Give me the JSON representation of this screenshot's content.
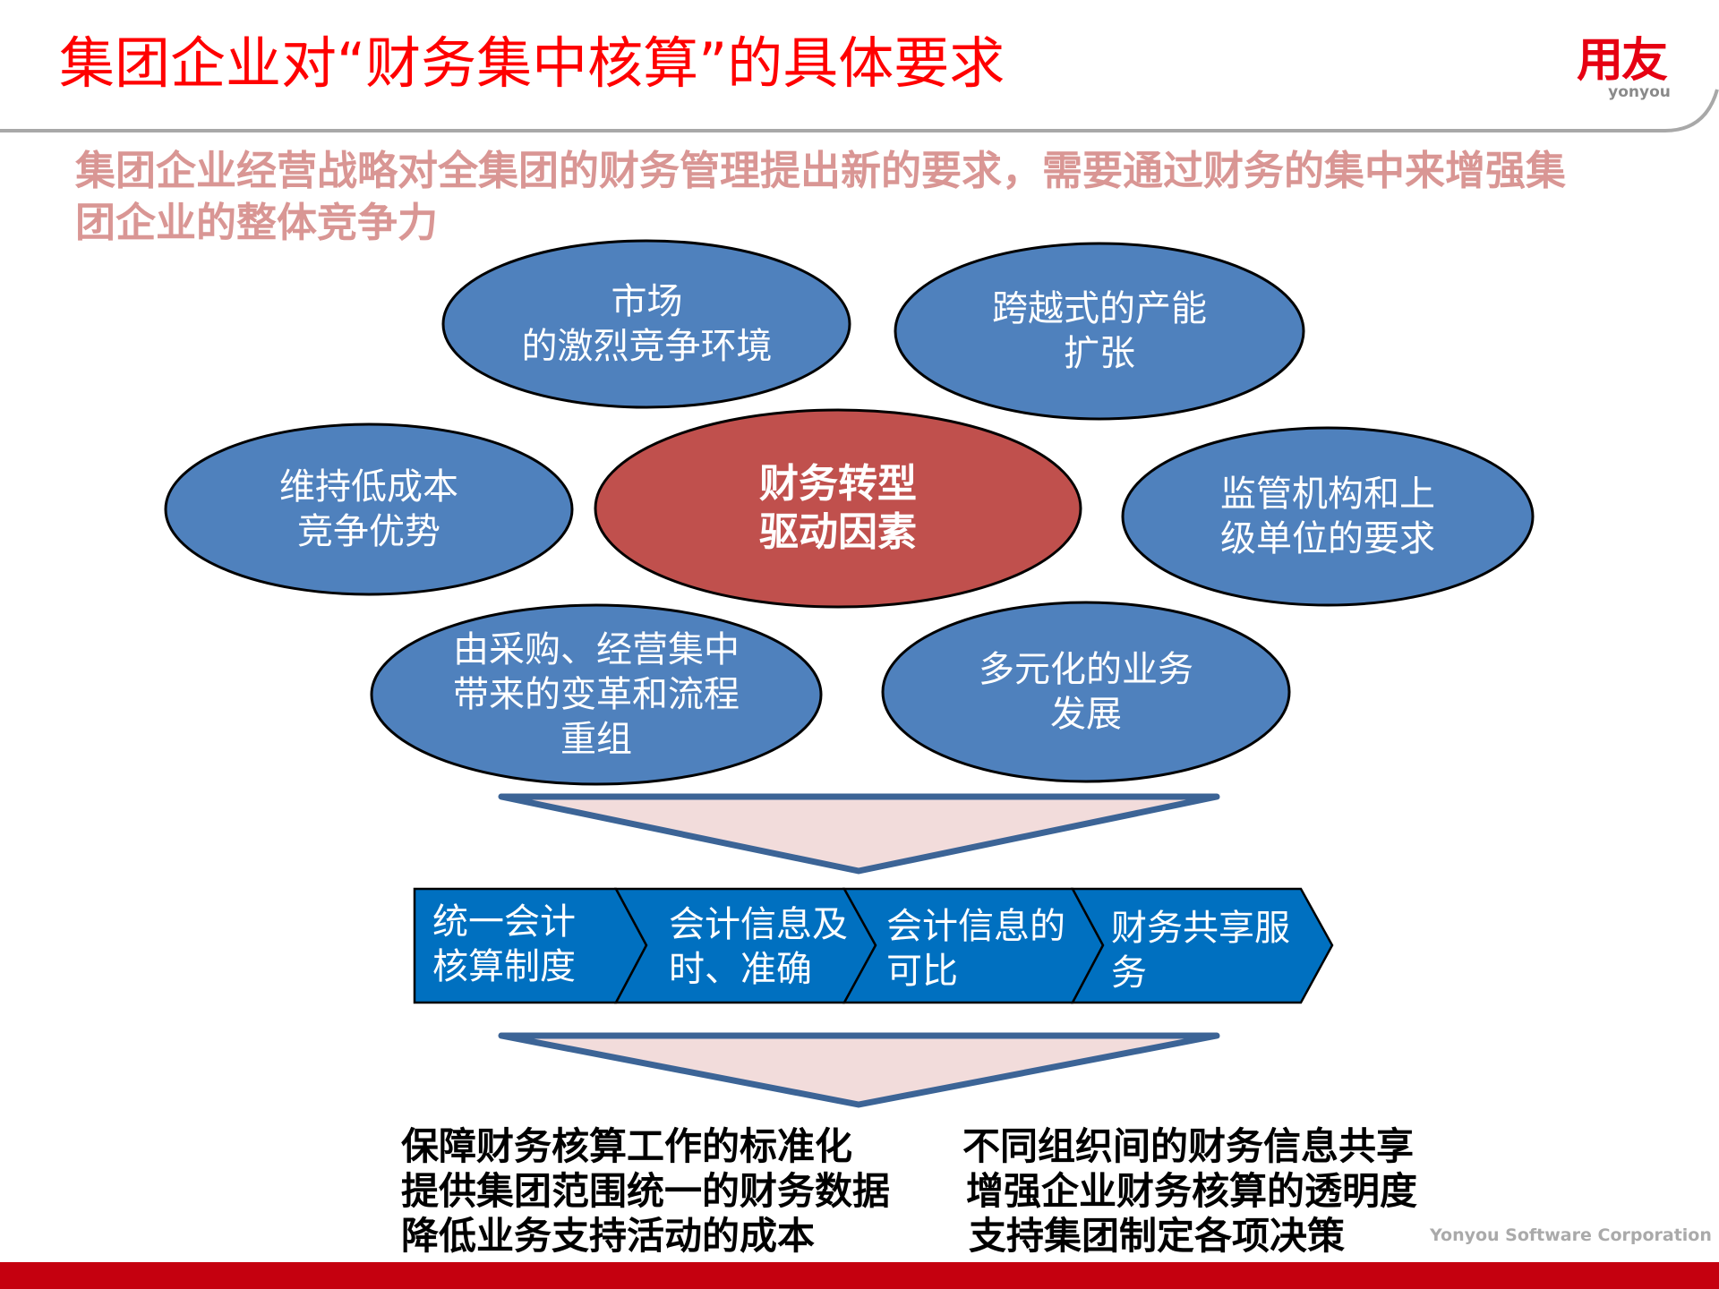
{
  "slide": {
    "title": "集团企业对“财务集中核算”的具体要求",
    "subtitle_lines": [
      "集团企业经营战略对全集团的财务管理提出新的要求，需要通过财务的集中来增强集",
      "团企业的整体竞争力"
    ]
  },
  "logo": {
    "cn": "用友",
    "en": "yonyou"
  },
  "colors": {
    "title": "#FF0000",
    "subtitle": "#D99694",
    "ellipse_blue": "#4F81BD",
    "ellipse_red": "#C0504D",
    "chevron_blue": "#0070C0",
    "triangle_fill": "#F2DCDB",
    "triangle_stroke": "#3C6496",
    "footer_bar": "#C5000F"
  },
  "drivers": {
    "center": {
      "line1": "财务转型",
      "line2": "驱动因素"
    },
    "items": [
      {
        "line1": "市场",
        "line2": "的激烈竞争环境",
        "line3": ""
      },
      {
        "line1": "跨越式的产能",
        "line2": "扩张",
        "line3": ""
      },
      {
        "line1": "维持低成本",
        "line2": "竞争优势",
        "line3": ""
      },
      {
        "line1": "监管机构和上",
        "line2": "级单位的要求",
        "line3": ""
      },
      {
        "line1": "由采购、经营集中",
        "line2": "带来的变革和流程",
        "line3": "重组"
      },
      {
        "line1": "多元化的业务",
        "line2": "发展",
        "line3": ""
      }
    ]
  },
  "process": {
    "steps": [
      {
        "line1": "统一会计",
        "line2": "核算制度"
      },
      {
        "line1": "会计信息及",
        "line2": "时、准确"
      },
      {
        "line1": "会计信息的",
        "line2": "可比"
      },
      {
        "line1": "财务共享服",
        "line2": "务"
      }
    ]
  },
  "outcomes": {
    "left": [
      "保障财务核算工作的标准化",
      "提供集团范围统一的财务数据",
      "降低业务支持活动的成本"
    ],
    "right": [
      "不同组织间的财务信息共享",
      "增强企业财务核算的透明度",
      "支持集团制定各项决策"
    ]
  },
  "footer": {
    "company": "Yonyou Software Corporation"
  }
}
